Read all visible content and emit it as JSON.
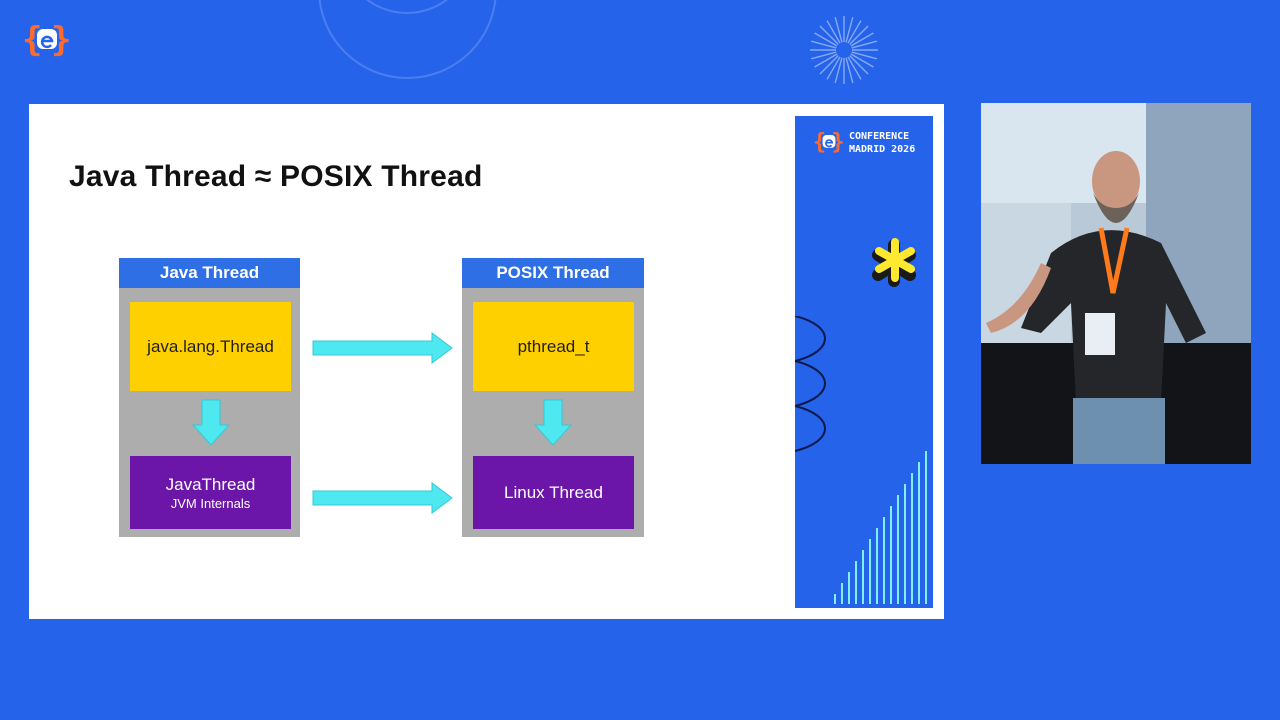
{
  "slide": {
    "title": "Java Thread ≈ POSIX Thread",
    "left_column": {
      "header": "Java Thread",
      "top_box": "java.lang.Thread",
      "bottom_box": {
        "title": "JavaThread",
        "subtitle": "JVM Internals"
      }
    },
    "right_column": {
      "header": "POSIX Thread",
      "top_box": "pthread_t",
      "bottom_box": {
        "title": "Linux Thread"
      }
    }
  },
  "sidebar": {
    "line1": "CONFERENCE",
    "line2": "MADRID 2026"
  },
  "colors": {
    "background": "#2563eb",
    "header_blue": "#2f6fe6",
    "yellow": "#ffd000",
    "purple": "#6b16a8",
    "gray": "#adadad",
    "arrow_cyan": "#4de8f0",
    "logo_orange": "#ff6a2b",
    "star_yellow": "#ffe930"
  },
  "icons": [
    "brand-logo-icon",
    "sunburst-icon",
    "asterisk-star-icon",
    "arrow-right-icon",
    "arrow-down-icon"
  ]
}
